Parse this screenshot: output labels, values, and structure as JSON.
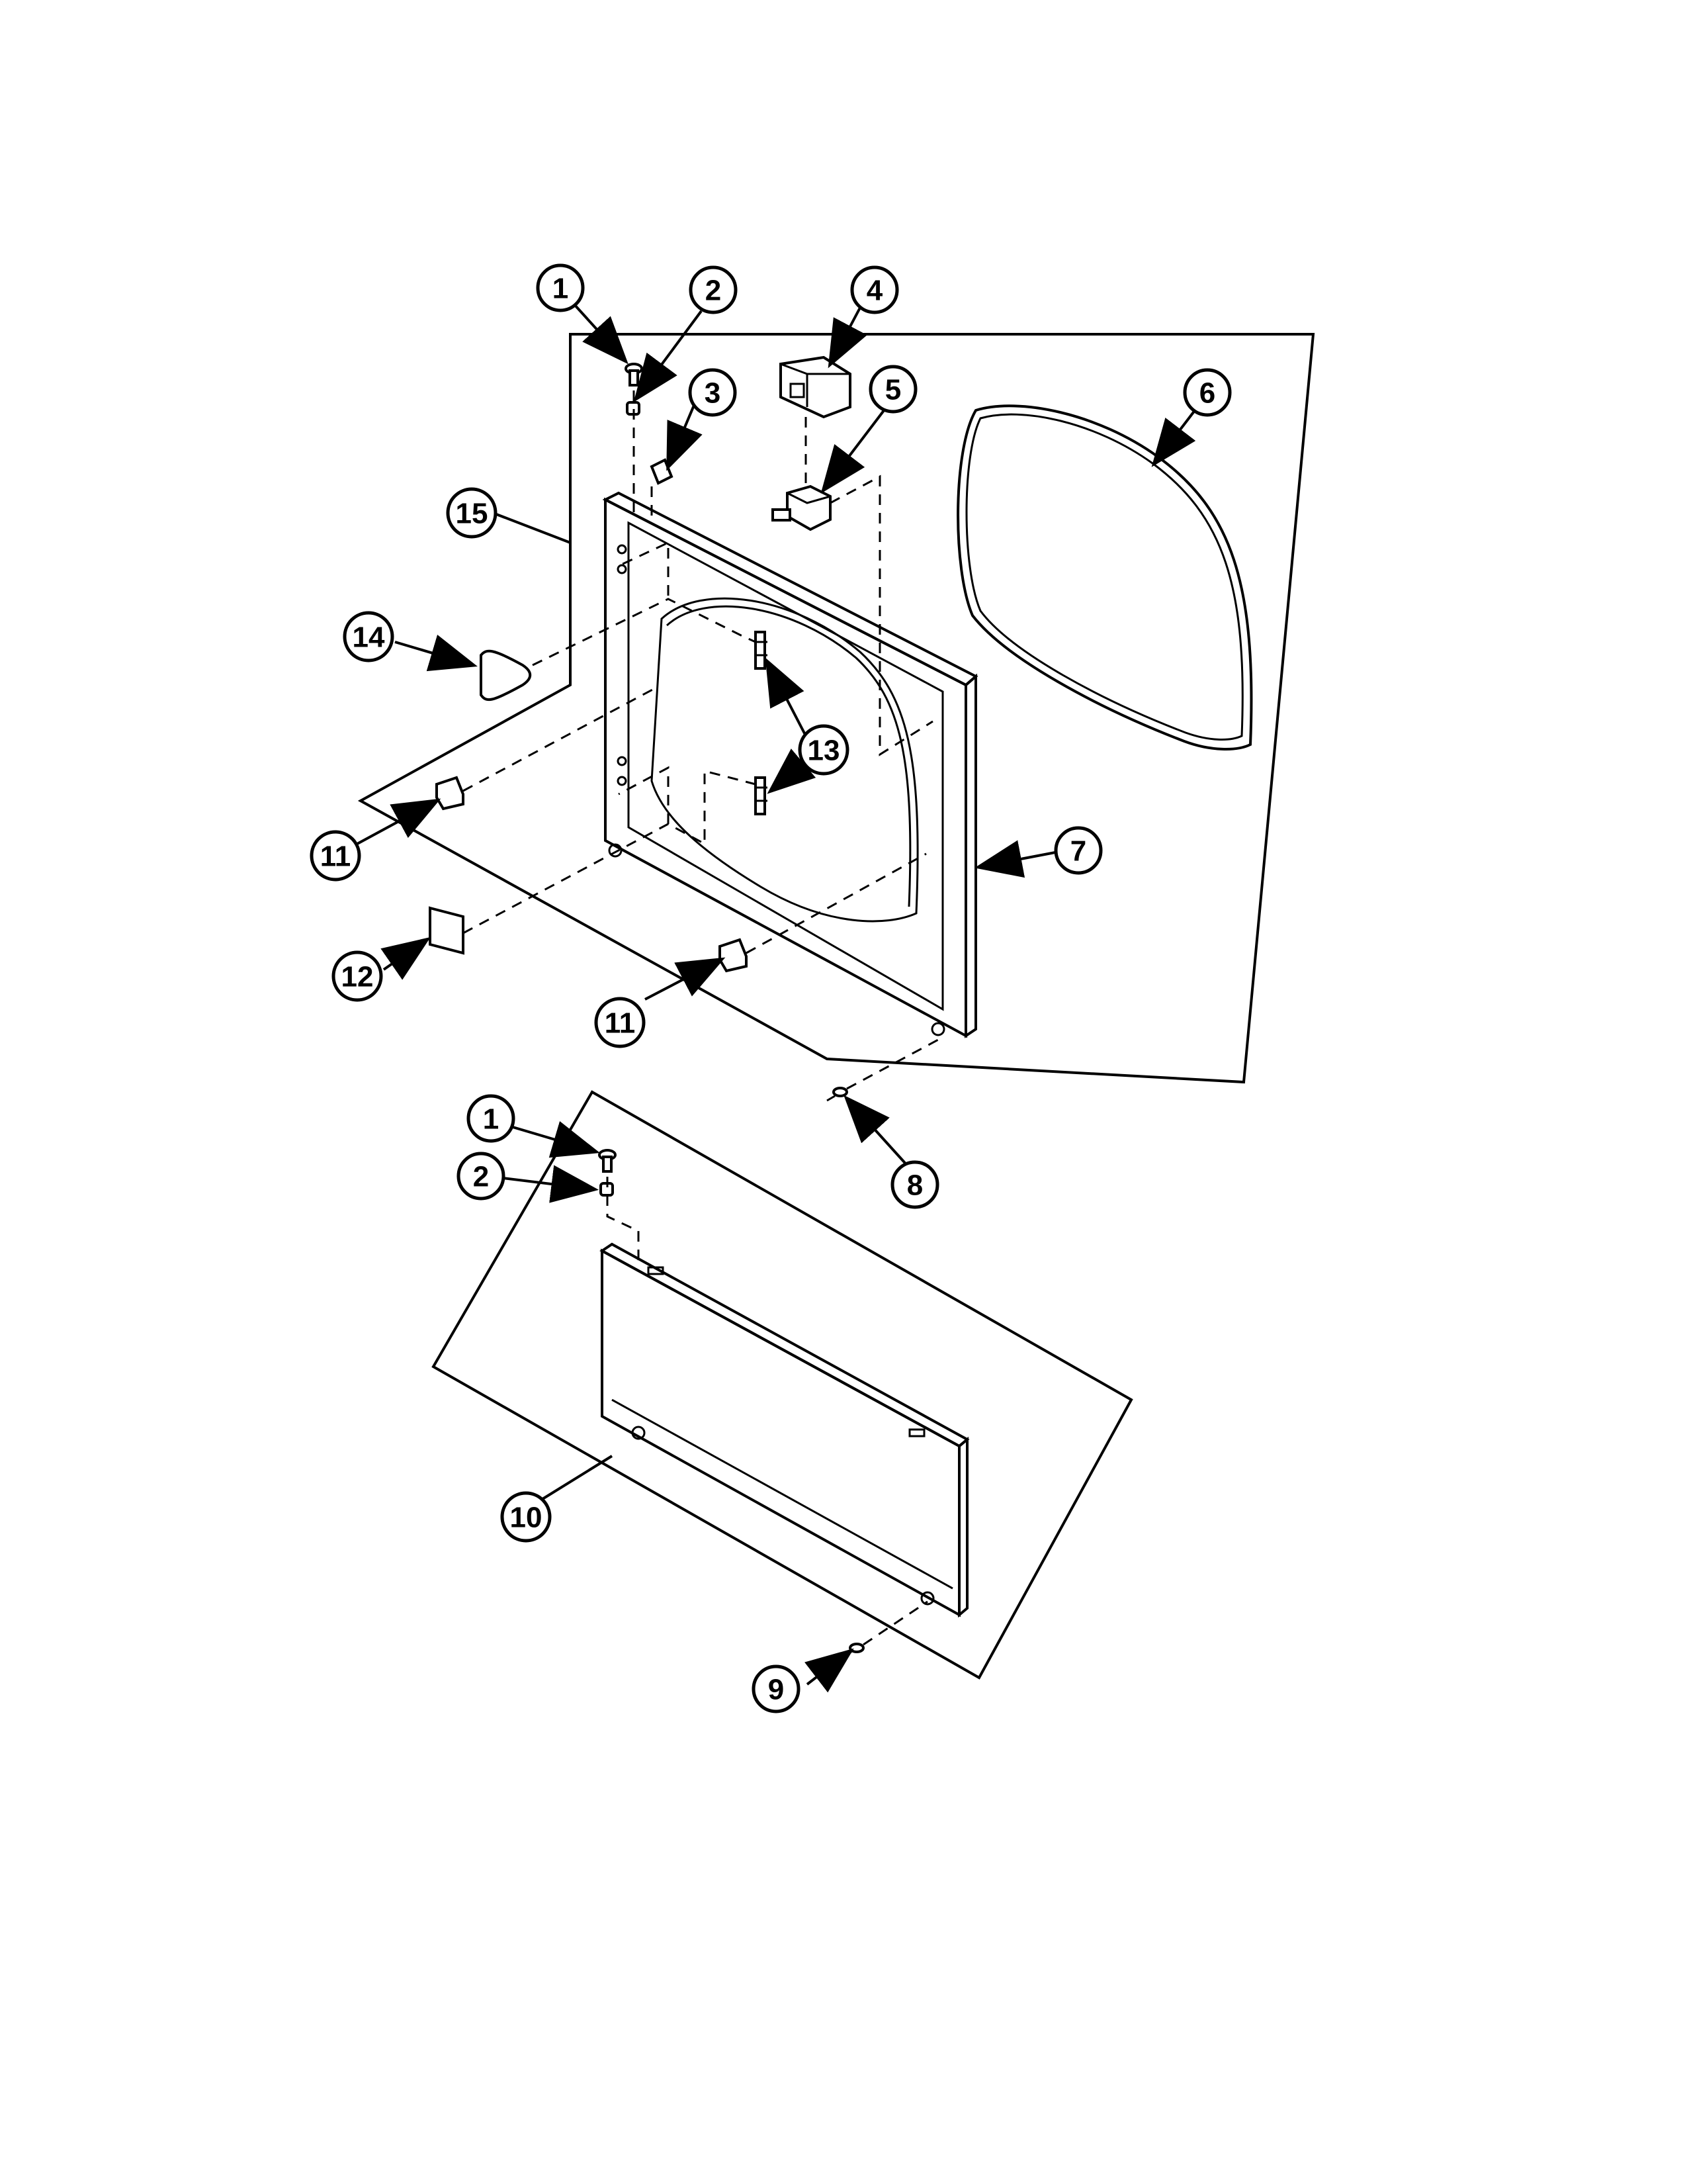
{
  "callouts": {
    "c1a": "1",
    "c2a": "2",
    "c3": "3",
    "c4": "4",
    "c5": "5",
    "c6": "6",
    "c7": "7",
    "c8": "8",
    "c9": "9",
    "c10": "10",
    "c11a": "11",
    "c11b": "11",
    "c12": "12",
    "c13": "13",
    "c14": "14",
    "c15": "15",
    "c1b": "1",
    "c2b": "2"
  }
}
